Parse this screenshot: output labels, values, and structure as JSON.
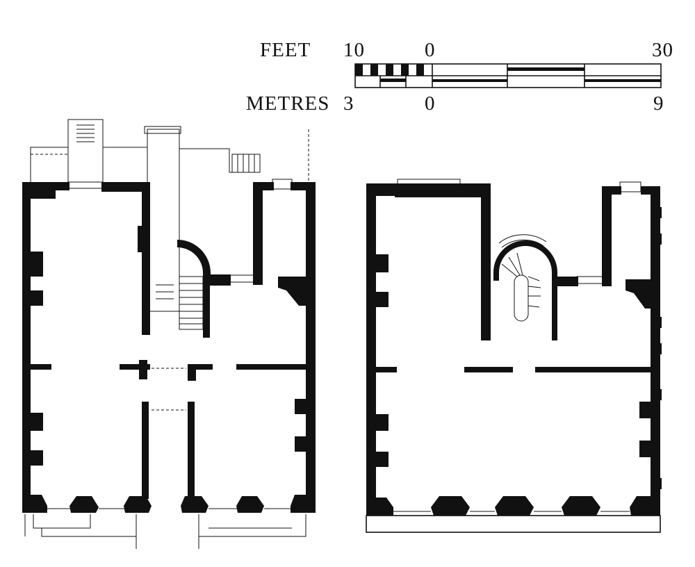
{
  "scale_bar": {
    "feet_label": "FEET",
    "metres_label": "METRES",
    "feet_ticks": [
      "10",
      "0",
      "30"
    ],
    "metres_ticks": [
      "3",
      "0",
      "9"
    ]
  },
  "colors": {
    "ink": "#111111",
    "paper": "#ffffff"
  }
}
